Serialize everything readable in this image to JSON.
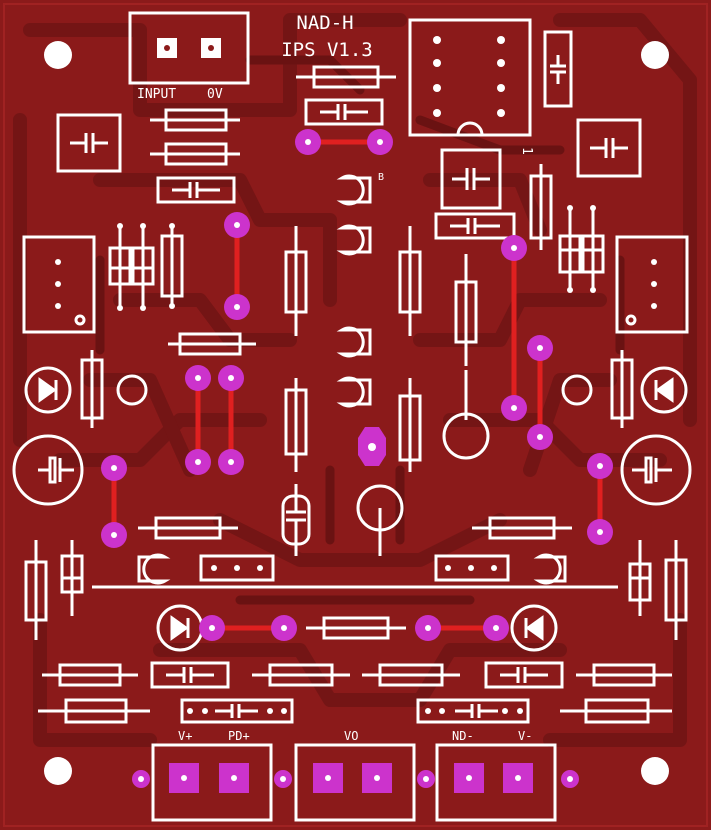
{
  "board": {
    "title_line1": "NAD-H",
    "title_line2": "IPS V1.3",
    "colors": {
      "substrate": "#8b1a1a",
      "copper": "#6e1313",
      "silkscreen": "#ffffff",
      "pad": "#cc33cc",
      "jumper": "#e02020"
    }
  },
  "connectors": {
    "input_label": "INPUT",
    "ground_label": "0V",
    "v_plus": "V+",
    "pd_plus": "PD+",
    "vo": "VO",
    "nd_minus": "ND-",
    "v_minus": "V-"
  },
  "component_marks": {
    "transistor_base": "B",
    "header_pin1": "1"
  }
}
